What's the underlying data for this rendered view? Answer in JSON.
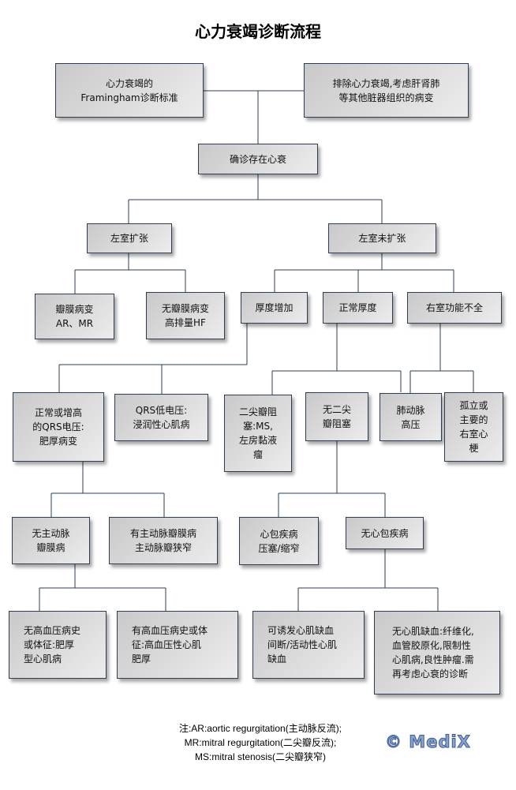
{
  "title": "心力衰竭诊断流程",
  "nodes": {
    "framingham": "心力衰竭的\nFramingham诊断标准",
    "exclude": "排除心力衰竭,考虑肝肾肺\n等其他脏器组织的病变",
    "confirm": "确诊存在心衰",
    "lv_dilated": "左室扩张",
    "lv_not_dilated": "左室未扩张",
    "valvular": "瓣膜病变\nAR、MR",
    "no_valvular": "无瓣膜病变\n高排量HF",
    "thickness_up": "厚度增加",
    "thickness_normal": "正常厚度",
    "rv_dysfunction": "右室功能不全",
    "qrs_normal": "正常或增高\n的QRS电压:\n肥厚病变",
    "qrs_low": "QRS低电压:\n浸润性心肌病",
    "ms": "二尖瓣阻\n塞:MS,\n左房黏液\n瘤",
    "no_ms": "无二尖\n瓣阻塞",
    "pulm_htn": "肺动脉\n高压",
    "rv_infarct": "孤立或\n主要的\n右室心\n梗",
    "no_aortic": "无主动脉\n瓣膜病",
    "aortic": "有主动脉瓣膜病\n主动脉瓣狭窄",
    "pericardial": "心包疾病\n压塞/缩窄",
    "no_pericardial": "无心包疾病",
    "no_htn": "无高血压病史\n或体征:肥厚\n型心肌病",
    "htn": "有高血压病史或体\n征:高血压性心肌\n肥厚",
    "ischemia": "可诱发心肌缺血\n间断/活动性心肌\n缺血",
    "no_ischemia": "无心肌缺血:纤维化,\n血管胶原化,限制性\n心肌病,良性肿瘤.需\n再考虑心衰的诊断"
  },
  "notes": [
    "注:AR:aortic regurgitation(主动脉反流);",
    "MR:mitral regurgitation(二尖瓣反流);",
    "MS:mitral stenosis(二尖瓣狭窄)"
  ],
  "logo": "© MediX"
}
